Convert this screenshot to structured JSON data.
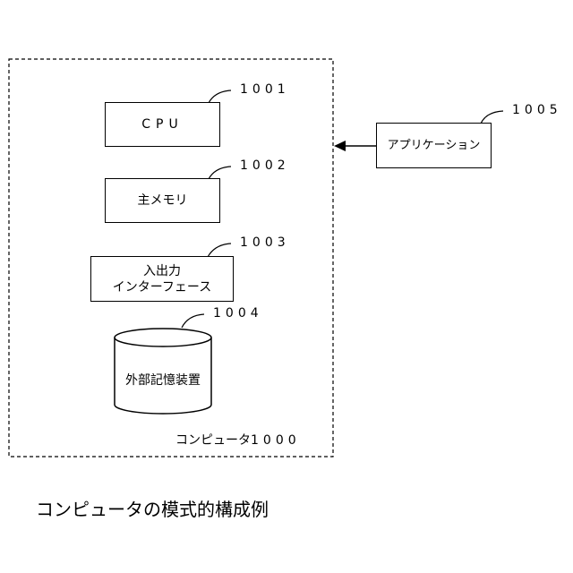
{
  "computer": {
    "label": "コンピュータ",
    "ref": "1000"
  },
  "cpu": {
    "label": "CPU",
    "ref": "1001"
  },
  "main_memory": {
    "label": "主メモリ",
    "ref": "1002"
  },
  "io_interface": {
    "line1": "入出力",
    "line2": "インターフェース",
    "ref": "1003"
  },
  "external_storage": {
    "label": "外部記憶装置",
    "ref": "1004"
  },
  "application": {
    "label": "アプリケーション",
    "ref": "1005"
  },
  "caption": "コンピュータの模式的構成例"
}
